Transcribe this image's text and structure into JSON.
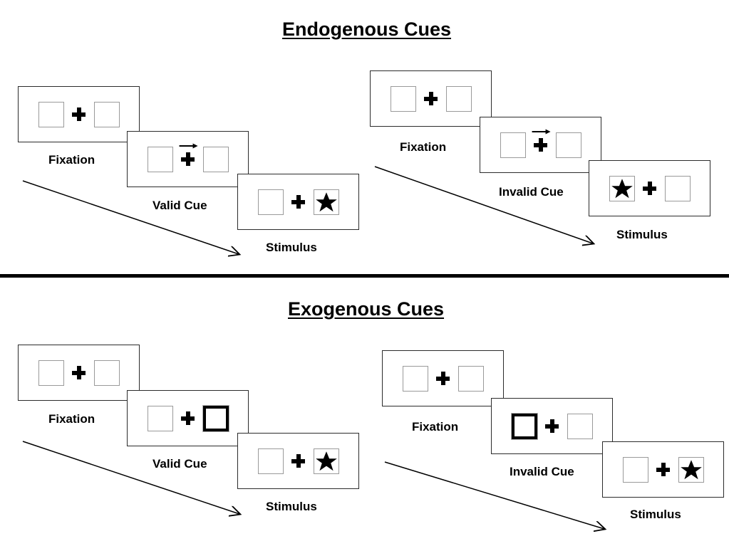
{
  "figure": {
    "title_top": "Endogenous Cues",
    "title_bottom": "Exogenous Cues",
    "divider": "horizontal-rule",
    "colors": {
      "ink": "#000000",
      "panel_border": "#2b2b2b",
      "box_border": "#9a9a9a",
      "cued_box_border": "#000000",
      "background": "#ffffff"
    }
  },
  "sections": [
    {
      "id": "endogenous",
      "title": "Endogenous Cues",
      "groups": [
        {
          "id": "endogenous-valid",
          "condition": "valid",
          "flow_arrow_label": "time-flow-arrow",
          "panels": [
            {
              "caption": "Fixation",
              "left_box": {
                "cued": false,
                "contains": ""
              },
              "right_box": {
                "cued": false,
                "contains": ""
              },
              "center": {
                "fixation": "cross",
                "arrow": "none"
              }
            },
            {
              "caption": "Valid Cue",
              "left_box": {
                "cued": false,
                "contains": ""
              },
              "right_box": {
                "cued": false,
                "contains": ""
              },
              "center": {
                "fixation": "cross",
                "arrow": "right"
              }
            },
            {
              "caption": "Stimulus",
              "left_box": {
                "cued": false,
                "contains": ""
              },
              "right_box": {
                "cued": false,
                "contains": "star"
              },
              "center": {
                "fixation": "cross",
                "arrow": "none"
              }
            }
          ]
        },
        {
          "id": "endogenous-invalid",
          "condition": "invalid",
          "flow_arrow_label": "time-flow-arrow",
          "panels": [
            {
              "caption": "Fixation",
              "left_box": {
                "cued": false,
                "contains": ""
              },
              "right_box": {
                "cued": false,
                "contains": ""
              },
              "center": {
                "fixation": "cross",
                "arrow": "none"
              }
            },
            {
              "caption": "Invalid Cue",
              "left_box": {
                "cued": false,
                "contains": ""
              },
              "right_box": {
                "cued": false,
                "contains": ""
              },
              "center": {
                "fixation": "cross",
                "arrow": "right"
              }
            },
            {
              "caption": "Stimulus",
              "left_box": {
                "cued": false,
                "contains": "star"
              },
              "right_box": {
                "cued": false,
                "contains": ""
              },
              "center": {
                "fixation": "cross",
                "arrow": "none"
              }
            }
          ]
        }
      ]
    },
    {
      "id": "exogenous",
      "title": "Exogenous Cues",
      "groups": [
        {
          "id": "exogenous-valid",
          "condition": "valid",
          "flow_arrow_label": "time-flow-arrow",
          "panels": [
            {
              "caption": "Fixation",
              "left_box": {
                "cued": false,
                "contains": ""
              },
              "right_box": {
                "cued": false,
                "contains": ""
              },
              "center": {
                "fixation": "cross",
                "arrow": "none"
              }
            },
            {
              "caption": "Valid Cue",
              "left_box": {
                "cued": false,
                "contains": ""
              },
              "right_box": {
                "cued": true,
                "contains": ""
              },
              "center": {
                "fixation": "cross",
                "arrow": "none"
              }
            },
            {
              "caption": "Stimulus",
              "left_box": {
                "cued": false,
                "contains": ""
              },
              "right_box": {
                "cued": false,
                "contains": "star"
              },
              "center": {
                "fixation": "cross",
                "arrow": "none"
              }
            }
          ]
        },
        {
          "id": "exogenous-invalid",
          "condition": "invalid",
          "flow_arrow_label": "time-flow-arrow",
          "panels": [
            {
              "caption": "Fixation",
              "left_box": {
                "cued": false,
                "contains": ""
              },
              "right_box": {
                "cued": false,
                "contains": ""
              },
              "center": {
                "fixation": "cross",
                "arrow": "none"
              }
            },
            {
              "caption": "Invalid Cue",
              "left_box": {
                "cued": true,
                "contains": ""
              },
              "right_box": {
                "cued": false,
                "contains": ""
              },
              "center": {
                "fixation": "cross",
                "arrow": "none"
              }
            },
            {
              "caption": "Stimulus",
              "left_box": {
                "cued": false,
                "contains": ""
              },
              "right_box": {
                "cued": false,
                "contains": "star"
              },
              "center": {
                "fixation": "cross",
                "arrow": "none"
              }
            }
          ]
        }
      ]
    }
  ]
}
